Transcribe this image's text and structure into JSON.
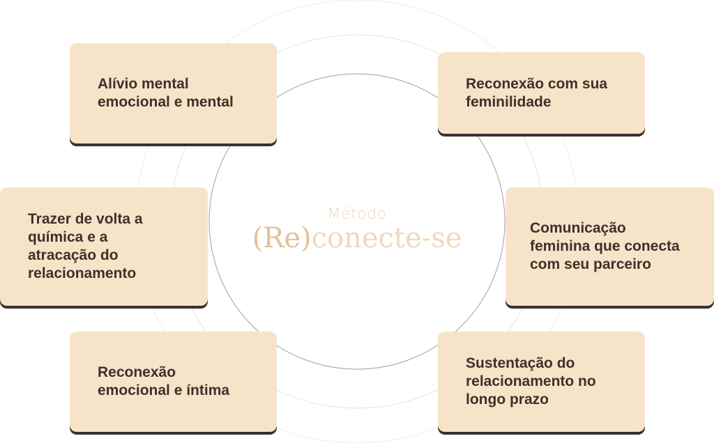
{
  "center": {
    "subtitle": "Método",
    "title_accent": "(Re)",
    "title_rest": "conecte-se"
  },
  "cards": [
    {
      "text": "Alívio mental emocional e mental"
    },
    {
      "text": "Reconexão com sua feminilidade"
    },
    {
      "text": "Trazer de volta a química e a atracação do relacionamento"
    },
    {
      "text": "Comunicação feminina que conecta com seu parceiro"
    },
    {
      "text": "Reconexão emocional e íntima"
    },
    {
      "text": "Sustentação do relacionamento no longo prazo"
    }
  ],
  "colors": {
    "card_background": "#f6e4c9",
    "card_shadow": "#3a3030",
    "card_text": "#3f302a",
    "center_text": "#efd9bd",
    "center_accent": "#e3c197",
    "ring_inner": "#9a9a9a",
    "ring_outer": "#e4e4e4"
  }
}
